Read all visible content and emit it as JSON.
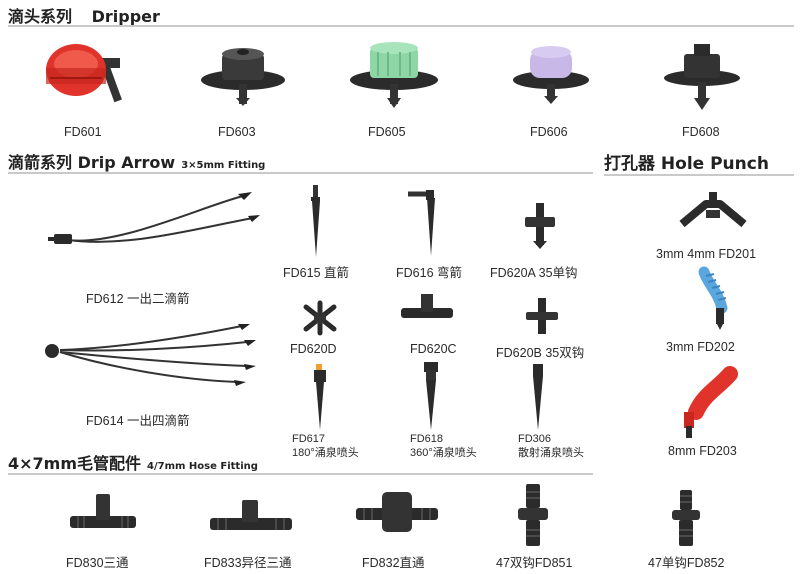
{
  "sections": {
    "dripper": {
      "title_cn": "滴头系列",
      "title_en": "Dripper"
    },
    "drip_arrow": {
      "title": "滴箭系列 Drip Arrow",
      "sub": "3×5mm Fitting"
    },
    "hole_punch": {
      "title": "打孔器 Hole Punch"
    },
    "hose_fitting": {
      "title": "4×7mm毛管配件",
      "sub": "4/7mm Hose Fitting"
    }
  },
  "drippers": [
    "FD601",
    "FD603",
    "FD605",
    "FD606",
    "FD608"
  ],
  "arrows": {
    "fd612": "FD612 一出二滴箭",
    "fd614": "FD614 一出四滴箭",
    "fd615": "FD615 直箭",
    "fd616": "FD616 弯箭",
    "fd620a": "FD620A 35单钩",
    "fd620d": "FD620D",
    "fd620c": "FD620C",
    "fd620b": "FD620B 35双钩",
    "fd617": {
      "code": "FD617",
      "desc": "180°涌泉喷头"
    },
    "fd618": {
      "code": "FD618",
      "desc": "360°涌泉喷头"
    },
    "fd306": {
      "code": "FD306",
      "desc": "散射涌泉喷头"
    }
  },
  "punches": [
    "3mm 4mm FD201",
    "3mm FD202",
    "8mm FD203"
  ],
  "fittings": [
    "FD830三通",
    "FD833异径三通",
    "FD832直通",
    "47双钩FD851",
    "47单钩FD852"
  ],
  "colors": {
    "red": "#e0332b",
    "green": "#8fd6a6",
    "lavender": "#c8b8e8",
    "blue": "#5aa7e0",
    "dark": "#2b2b2b"
  }
}
